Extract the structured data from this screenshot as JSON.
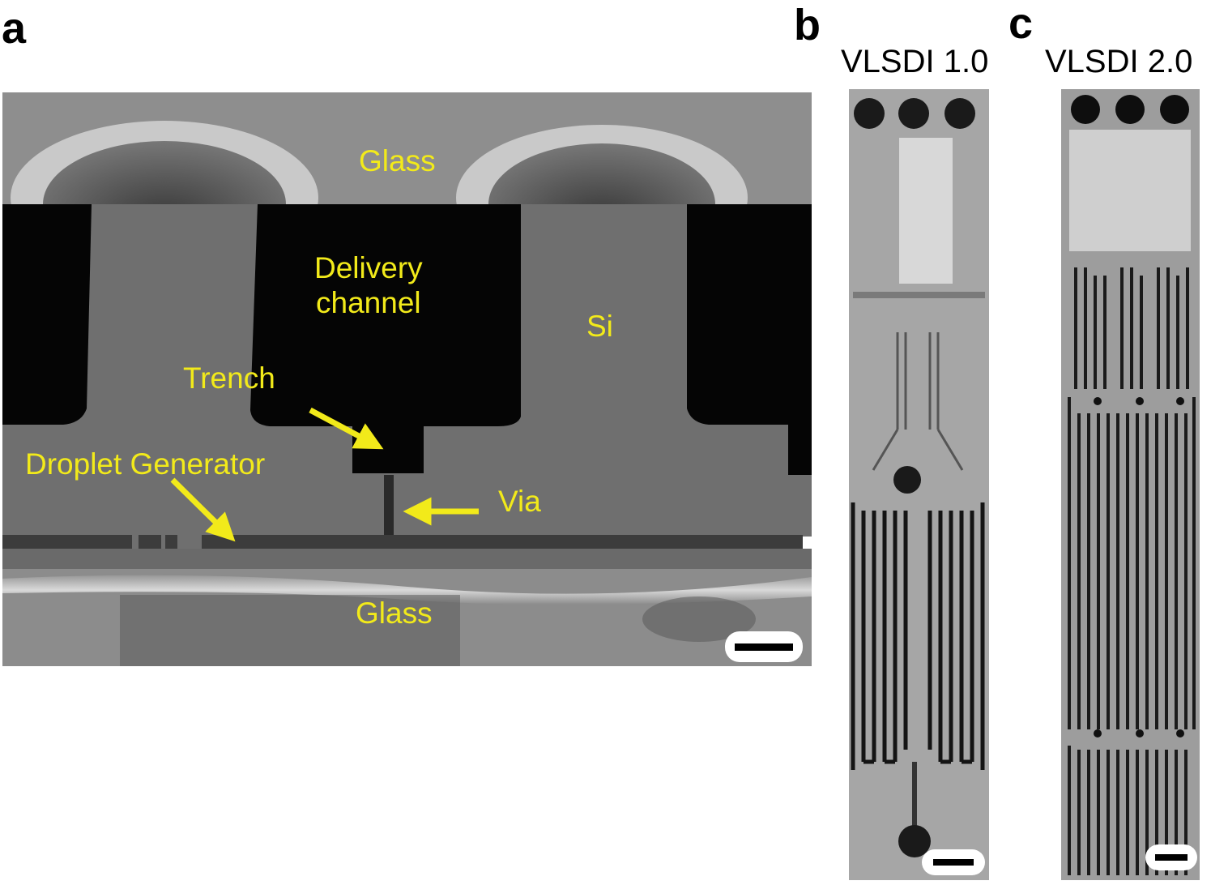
{
  "panels": {
    "a": {
      "letter": "a"
    },
    "b": {
      "letter": "b",
      "title": "VLSDI 1.0"
    },
    "c": {
      "letter": "c",
      "title": "VLSDI 2.0"
    }
  },
  "labels": {
    "glass_top": "Glass",
    "delivery_channel": "Delivery\nchannel",
    "si": "Si",
    "trench": "Trench",
    "droplet_generator": "Droplet Generator",
    "via": "Via",
    "glass_bottom": "Glass"
  },
  "colors": {
    "annotation": "#f2ea1a",
    "silicon": "#6f6f6f",
    "channel": "#050505",
    "glass": "#8d8d8d"
  }
}
